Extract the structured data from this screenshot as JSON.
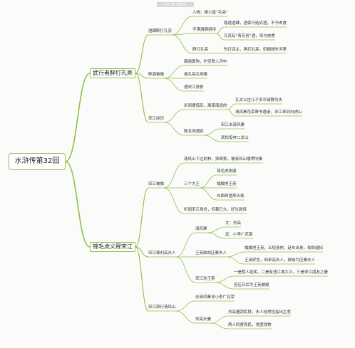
{
  "watermark": "知识工具 · 思维导图",
  "root": "水浒传第32回",
  "main1": {
    "label": "武行者醉打孔亮",
    "s1": {
      "label": "酒肆醉打孔亮",
      "c1": "人物：推火星“孔亮”",
      "c2": {
        "label": "不满酒肆招待",
        "g1": "路遇酒肆，酒保只给劣酒，不予肉食",
        "g2": "孔亮有“青花瓮”酒，鸡与肉食"
      },
      "c3": {
        "label": "醉打孔亮",
        "g1": "先打店主，再打孔亮，奶剔胡外河里"
      }
    },
    "s2": {
      "label": "醉酒被擒",
      "c1": "路遇黄狗，扑空跌入河中",
      "c2": "被孔亮孔明擒",
      "c3": "遇宋江获救"
    },
    "s3": {
      "label": "宋江经历",
      "c1": {
        "label": "杀阎婆惜后，离家南逃的",
        "g1": "孔太公庄儿子多次请教功夫",
        "g2": "清风寨花荣寄书邀请，宋江来到白虎山"
      },
      "c2": {
        "label": "联龙场酒别",
        "g1": "宋江去清风寨",
        "g2": "武松投奔二龙山"
      }
    }
  },
  "main2": {
    "label": "锦毛虎义释宋江",
    "s1": {
      "label": "宋江被擒",
      "c1": "清风山下过树林，摔倒索，被清风山喽啰所擒",
      "c2": {
        "label": "三个大王",
        "g1": "锦毛虎燕顺",
        "g2": "矮脚虎王英",
        "g3": "白面郎君郑天寿"
      },
      "c3": "听闻宋江身份，仰慕已久，好生款待"
    },
    "s2": {
      "label": "宋江释刘高夫人",
      "c1": {
        "label": "清风寨",
        "g1": "文：刘高",
        "g2": "武：小李广花荣"
      },
      "c2": {
        "label": "王英欲劫压寨夫人",
        "g1": "矮脚虎王英，五短身材，赶车出身，劫财越狱",
        "g2": "王英好色，劫来高夫人，欲纳为压寨夫人"
      },
      "c3": {
        "label": "宋江劝王英",
        "g1": "一是惹人耻笑，二是有违江湖大义，三是宋江朋友之妻",
        "g2": "答应日后为王英做媒"
      }
    },
    "s3": {
      "label": "宋江辞行清风山",
      "c1": "去清风寨寻小李广花荣",
      "c2": {
        "label": "刘高夫妻",
        "g1": "刘高撞刮民财，夫人经常恰指出主意",
        "g2": "两人同害良民，贪图钱物"
      }
    }
  }
}
